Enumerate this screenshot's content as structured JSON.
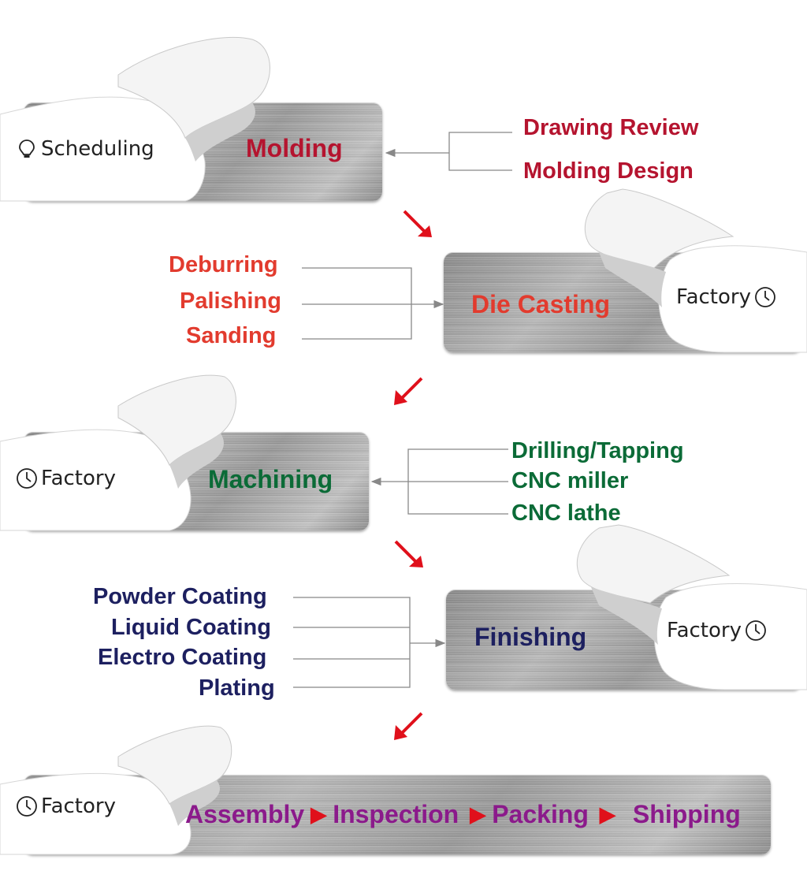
{
  "colors": {
    "red": "#b5142f",
    "orange": "#e23b2e",
    "green": "#0b6b37",
    "navy": "#1d2060",
    "purple": "#8b1a8b",
    "arrow_red": "#e0101b"
  },
  "stages": {
    "molding": {
      "title": "Molding",
      "curl_label": "Scheduling",
      "icon": "lightbulb-icon",
      "inputs": [
        "Drawing Review",
        "Molding Design"
      ]
    },
    "die_casting": {
      "title": "Die Casting",
      "curl_label": "Factory",
      "icon": "clock-icon",
      "inputs": [
        "Deburring",
        "Palishing",
        "Sanding"
      ]
    },
    "machining": {
      "title": "Machining",
      "curl_label": "Factory",
      "icon": "clock-icon",
      "inputs": [
        "Drilling/Tapping",
        "CNC miller",
        "CNC lathe"
      ]
    },
    "finishing": {
      "title": "Finishing",
      "curl_label": "Factory",
      "icon": "clock-icon",
      "inputs": [
        "Powder Coating",
        "Liquid Coating",
        "Electro Coating",
        "Plating"
      ]
    },
    "final": {
      "curl_label": "Factory",
      "icon": "clock-icon",
      "steps": [
        "Assembly",
        "Inspection",
        "Packing",
        "Shipping"
      ]
    }
  }
}
